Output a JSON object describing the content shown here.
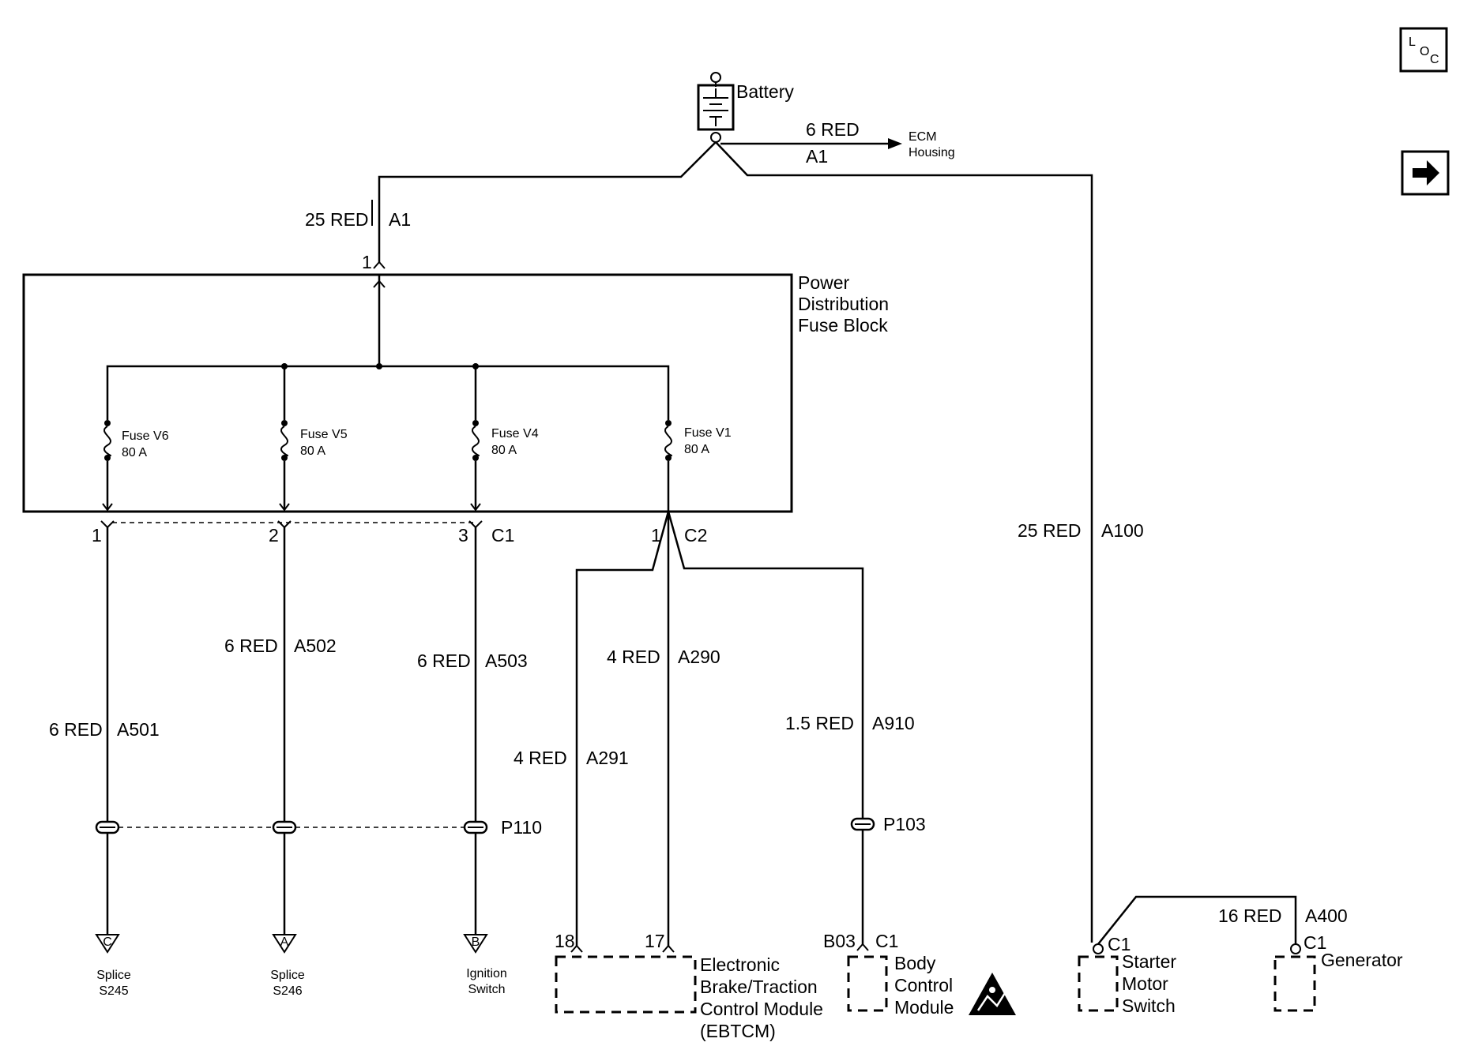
{
  "nav": {
    "loc_l": "L",
    "loc_o": "O",
    "loc_c": "C",
    "next_icon": "arrow-right-icon"
  },
  "battery": {
    "label": "Battery"
  },
  "ecm": {
    "size": "6 RED",
    "circuit": "A1",
    "dest_line1": "ECM",
    "dest_line2": "Housing"
  },
  "a1": {
    "size": "25 RED",
    "circuit": "A1",
    "pin": "1"
  },
  "pdfb": {
    "line1": "Power",
    "line2": "Distribution",
    "line3": "Fuse Block"
  },
  "fuses": [
    {
      "name": "Fuse V6",
      "rating": "80 A"
    },
    {
      "name": "Fuse V5",
      "rating": "80 A"
    },
    {
      "name": "Fuse V4",
      "rating": "80 A"
    },
    {
      "name": "Fuse V1",
      "rating": "80 A"
    }
  ],
  "c1": {
    "pin1": "1",
    "pin2": "2",
    "pin3": "3",
    "name": "C1"
  },
  "c2": {
    "pin": "1",
    "name": "C2"
  },
  "a100": {
    "size": "25 RED",
    "circuit": "A100"
  },
  "wires": {
    "a501": {
      "size": "6 RED",
      "circuit": "A501"
    },
    "a502": {
      "size": "6 RED",
      "circuit": "A502"
    },
    "a503": {
      "size": "6 RED",
      "circuit": "A503"
    },
    "a290": {
      "size": "4 RED",
      "circuit": "A290"
    },
    "a291": {
      "size": "4 RED",
      "circuit": "A291"
    },
    "a910": {
      "size": "1.5 RED",
      "circuit": "A910"
    },
    "a400": {
      "size": "16 RED",
      "circuit": "A400"
    }
  },
  "p110": "P110",
  "p103": "P103",
  "terminals": {
    "s245": {
      "letter": "C",
      "line1": "Splice",
      "line2": "S245"
    },
    "s246": {
      "letter": "A",
      "line1": "Splice",
      "line2": "S246"
    },
    "ign": {
      "letter": "B",
      "line1": "Ignition",
      "line2": "Switch"
    }
  },
  "ebtcm": {
    "pin18": "18",
    "pin17": "17",
    "line1": "Electronic",
    "line2": "Brake/Traction",
    "line3": "Control Module",
    "line4": "(EBTCM)"
  },
  "bcm": {
    "pin": "B03",
    "conn": "C1",
    "line1": "Body",
    "line2": "Control",
    "line3": "Module",
    "esd_icon": "esd-warning-icon"
  },
  "starter": {
    "conn": "C1",
    "line1": "Starter",
    "line2": "Motor",
    "line3": "Switch"
  },
  "generator": {
    "conn": "C1",
    "label": "Generator"
  }
}
